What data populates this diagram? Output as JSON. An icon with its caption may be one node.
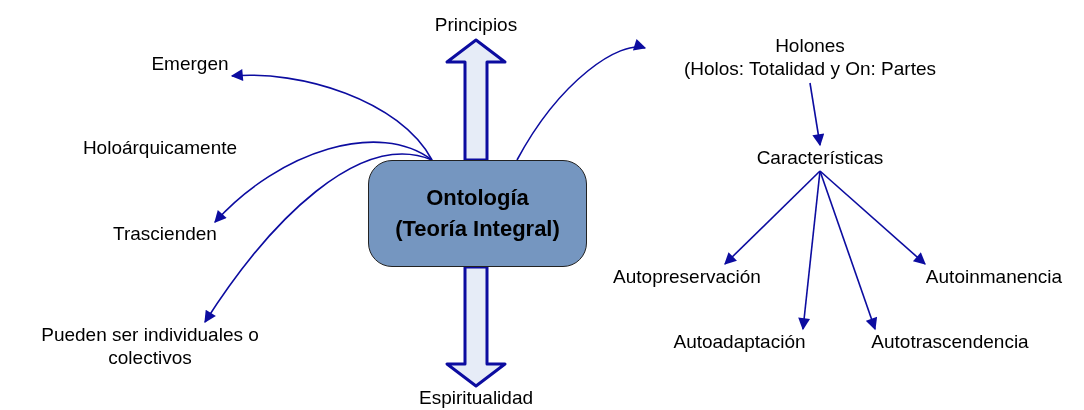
{
  "diagram": {
    "nodes": [
      {
        "text": [
          "Principios"
        ]
      },
      {
        "text": [
          "Emergen"
        ]
      },
      {
        "text": [
          "Ontología (Teoría Integral)"
        ]
      },
      {
        "text": [
          "Trascienden"
        ]
      },
      {
        "text": [
          "Pueden ser individuales o colectivos"
        ]
      },
      {
        "text": [
          "Espiritualidad"
        ]
      },
      {
        "text": [
          "Holones",
          "(Holos: Totalidad y On: Partes"
        ]
      },
      {
        "text": [
          "Características"
        ]
      },
      {
        "text": [
          "Autopreservación"
        ]
      },
      {
        "text": [
          "Autoinmanencia"
        ]
      },
      {
        "text": [
          "Autoadaptación"
        ]
      },
      {
        "text": [
          "Autotrascendencia"
        ]
      }
    ],
    "edges": [
      {
        "from": 2,
        "to": 0,
        "arrow": "to",
        "style": "thick"
      },
      {
        "from": 2,
        "to": 5,
        "arrow": "to",
        "style": "thick"
      },
      {
        "from": 2,
        "to": 1,
        "arrow": "to"
      },
      {
        "from": 2,
        "to": 3,
        "arrow": "to"
      },
      {
        "from": 2,
        "to": 4,
        "arrow": "to"
      },
      {
        "from": 2,
        "to": 6,
        "arrow": "to"
      },
      {
        "from": 6,
        "to": 7,
        "arrow": "to"
      },
      {
        "from": 7,
        "to": 8,
        "arrow": "to"
      },
      {
        "from": 7,
        "to": 10,
        "arrow": "to"
      },
      {
        "from": 7,
        "to": 11,
        "arrow": "to"
      },
      {
        "from": 7,
        "to": 9,
        "arrow": "to"
      }
    ],
    "labels": [
      "Holoárquicamente"
    ]
  }
}
